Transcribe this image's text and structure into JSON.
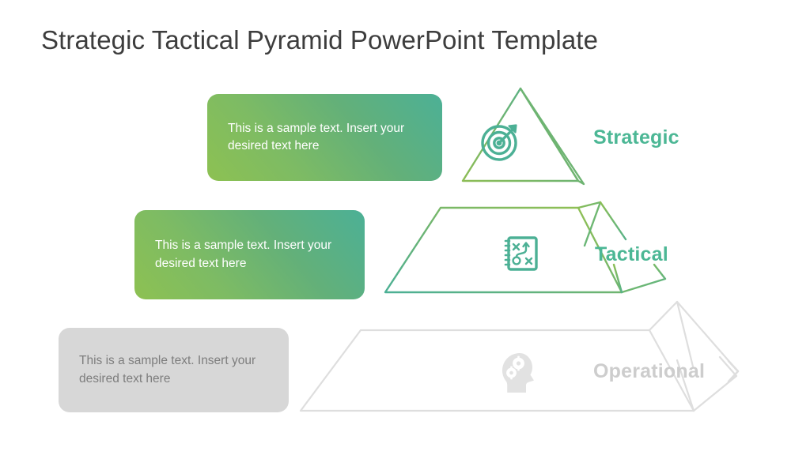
{
  "slide": {
    "title": "Strategic Tactical Pyramid PowerPoint Template",
    "background": "#ffffff"
  },
  "colors": {
    "title_text": "#3d3d3d",
    "gradient_start": "#8dc152",
    "gradient_end": "#4cb096",
    "accent_green": "#4cb795",
    "accent_olive": "#7fb762",
    "muted_grey": "#d7d7d7",
    "muted_grey_text": "#7d7d7d",
    "muted_grey_label": "#cdcdcd",
    "callout_text": "#ffffff"
  },
  "levels": [
    {
      "id": "strategic",
      "label": "Strategic",
      "label_color": "#4cb795",
      "icon": "target-icon",
      "shape": "triangle-3d",
      "state": "active",
      "callout": {
        "text": "This is a sample text. Insert your desired text here",
        "style": "green-gradient"
      }
    },
    {
      "id": "tactical",
      "label": "Tactical",
      "label_color": "#4cb795",
      "icon": "playbook-icon",
      "shape": "trapezoid-3d",
      "state": "active",
      "callout": {
        "text": "This is a sample text. Insert your desired text here",
        "style": "green-gradient"
      }
    },
    {
      "id": "operational",
      "label": "Operational",
      "label_color": "#cdcdcd",
      "icon": "head-gears-icon",
      "shape": "trapezoid-3d",
      "state": "muted",
      "callout": {
        "text": "This is a sample text. Insert your desired text here",
        "style": "grey"
      }
    }
  ]
}
